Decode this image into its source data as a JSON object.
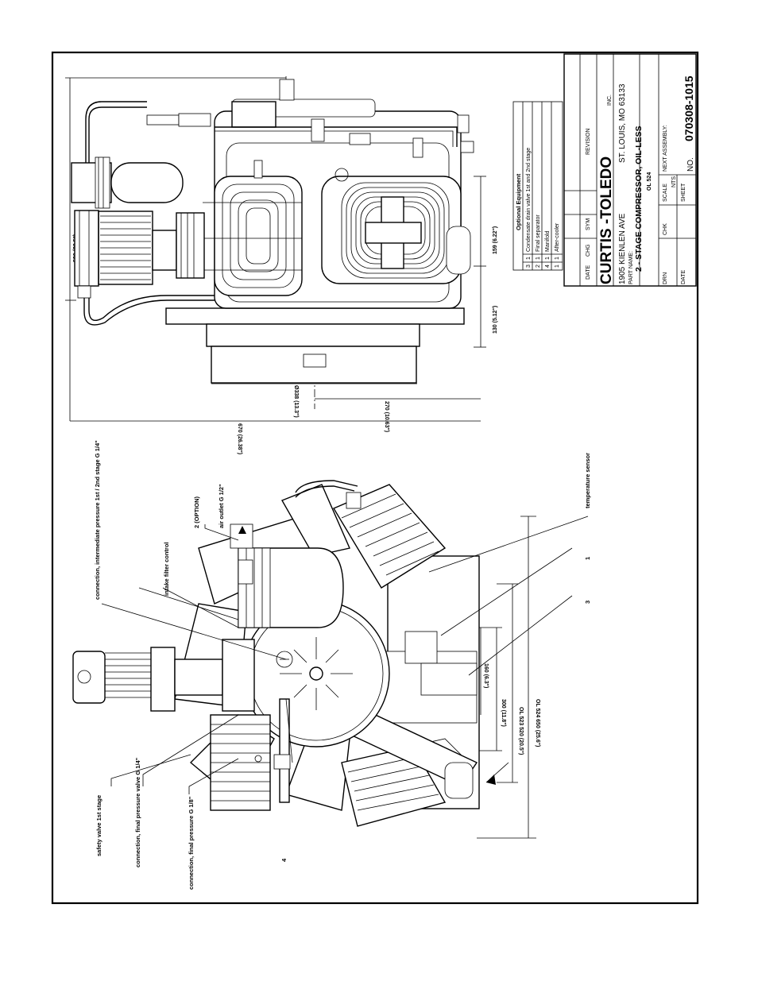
{
  "title_block": {
    "company": "CURTIS -TOLEDO",
    "company_suffix": "INC.",
    "address_street": "1905 KIENLEN AVE",
    "address_city": "ST. LOUIS, MO 63133",
    "part_name_label": "PART NAME:",
    "part_name": "2 - STAGE COMPRESSOR, OIL-LESS",
    "model": "OL 524",
    "next_assembly_label": "NEXT ASSEMBLY:",
    "drawing_no_label": "NO.",
    "drawing_no": "070308-1015",
    "revision_headers": [
      "DATE",
      "CHG",
      "SYM",
      "REVISION"
    ],
    "fields": {
      "drn": "DRN",
      "chk": "CHK",
      "date": "DATE",
      "scale": "SCALE",
      "scale_value": "NTS",
      "sheet": "SHEET"
    }
  },
  "optional_equipment": {
    "title": "Optional Equipment",
    "rows": [
      {
        "num": "3",
        "qty": "1",
        "desc": "Condensate drain valve 1st and 2nd stage"
      },
      {
        "num": "2",
        "qty": "1",
        "desc": "Final separator"
      },
      {
        "num": "4",
        "qty": "1",
        "desc": "Manifold"
      },
      {
        "num": "1",
        "qty": "1",
        "desc": "After-cooler"
      }
    ]
  },
  "top_view_dimensions": {
    "height": "520 (20.5\")",
    "d1": "159 (6.22\")",
    "d2": "130 (5.12\")",
    "pulley": "Ø338 (13.3\")",
    "d3": "270 (10.63\")",
    "total": "670 (26.38\")"
  },
  "front_view_labels": {
    "safety_valve": "safety valve 1st stage",
    "conn_final_valve": "connection, final pressure valve G 1/4\"",
    "conn_final_g18": "connection, final pressure G 1/8\"",
    "item4": "4",
    "conn_intermediate": "connection, intermediate pressure 1st / 2nd stage G 1/4\"",
    "intake_filter": "intake filter control",
    "option2": "2 (OPTION)",
    "air_outlet": "air outlet G 1/2\"",
    "item1": "1",
    "item3": "3",
    "temp_sensor": "temperature sensor"
  },
  "front_view_dimensions": {
    "d160": "160 (6.3\")",
    "d300": "300 (11.8\")",
    "ol523": "OL 523  520 (20.5\")",
    "ol524": "OL 524  650 (25.6\")"
  }
}
